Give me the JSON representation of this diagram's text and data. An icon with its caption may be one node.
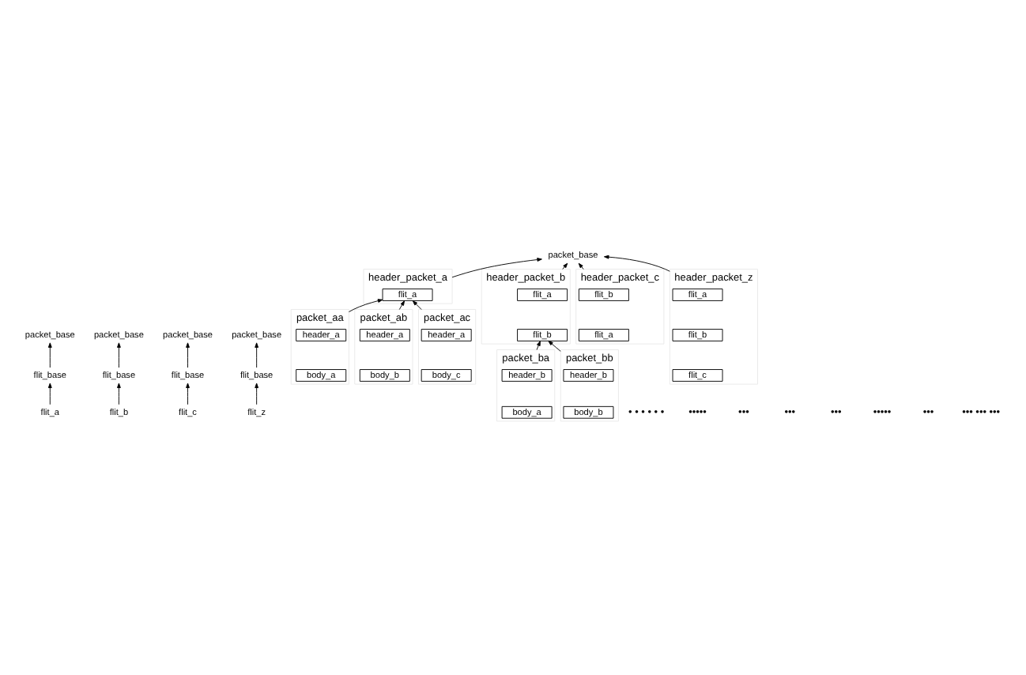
{
  "diagram": {
    "nodes": [
      {
        "text": [
          "packet_base"
        ]
      },
      {
        "text": [
          "flit_base"
        ]
      },
      {
        "text": [
          "flit_a"
        ]
      },
      {
        "text": [
          "packet_base"
        ]
      },
      {
        "text": [
          "flit_base"
        ]
      },
      {
        "text": [
          "flit_b"
        ]
      },
      {
        "text": [
          "packet_base"
        ]
      },
      {
        "text": [
          "flit_base"
        ]
      },
      {
        "text": [
          "flit_c"
        ]
      },
      {
        "text": [
          "packet_base"
        ]
      },
      {
        "text": [
          "flit_base"
        ]
      },
      {
        "text": [
          "flit_z"
        ]
      },
      {
        "text": [
          "packet_base"
        ]
      },
      {
        "text": [
          "header_packet_a"
        ]
      },
      {
        "text": [
          "flit_a"
        ],
        "in": 13
      },
      {
        "text": [
          "header_packet_b"
        ]
      },
      {
        "text": [
          "flit_a"
        ],
        "in": 15
      },
      {
        "text": [
          "flit_b"
        ],
        "in": 15
      },
      {
        "text": [
          "header_packet_c"
        ]
      },
      {
        "text": [
          "flit_b"
        ],
        "in": 18
      },
      {
        "text": [
          "flit_a"
        ],
        "in": 18
      },
      {
        "text": [
          "header_packet_z"
        ]
      },
      {
        "text": [
          "flit_a"
        ],
        "in": 21
      },
      {
        "text": [
          "flit_b"
        ],
        "in": 21
      },
      {
        "text": [
          "flit_c"
        ],
        "in": 21
      },
      {
        "text": [
          "packet_aa"
        ]
      },
      {
        "text": [
          "header_a"
        ],
        "in": 25
      },
      {
        "text": [
          "body_a"
        ],
        "in": 25
      },
      {
        "text": [
          "packet_ab"
        ]
      },
      {
        "text": [
          "header_a"
        ],
        "in": 28
      },
      {
        "text": [
          "body_b"
        ],
        "in": 28
      },
      {
        "text": [
          "packet_ac"
        ]
      },
      {
        "text": [
          "header_a"
        ],
        "in": 31
      },
      {
        "text": [
          "body_c"
        ],
        "in": 31
      },
      {
        "text": [
          "packet_ba"
        ]
      },
      {
        "text": [
          "header_b"
        ],
        "in": 34
      },
      {
        "text": [
          "body_a"
        ],
        "in": 34
      },
      {
        "text": [
          "packet_bb"
        ]
      },
      {
        "text": [
          "header_b"
        ],
        "in": 37
      },
      {
        "text": [
          "body_b"
        ],
        "in": 37
      }
    ],
    "edges": [
      {
        "from": 2,
        "to": 1,
        "arrow": "to"
      },
      {
        "from": 1,
        "to": 0,
        "arrow": "to"
      },
      {
        "from": 5,
        "to": 4,
        "arrow": "to"
      },
      {
        "from": 4,
        "to": 3,
        "arrow": "to"
      },
      {
        "from": 8,
        "to": 7,
        "arrow": "to"
      },
      {
        "from": 7,
        "to": 6,
        "arrow": "to"
      },
      {
        "from": 11,
        "to": 10,
        "arrow": "to"
      },
      {
        "from": 10,
        "to": 9,
        "arrow": "to"
      },
      {
        "from": 13,
        "to": 12,
        "arrow": "to"
      },
      {
        "from": 15,
        "to": 12,
        "arrow": "to"
      },
      {
        "from": 18,
        "to": 12,
        "arrow": "to"
      },
      {
        "from": 21,
        "to": 12,
        "arrow": "to"
      },
      {
        "from": 25,
        "to": 14,
        "arrow": "to"
      },
      {
        "from": 28,
        "to": 14,
        "arrow": "to"
      },
      {
        "from": 31,
        "to": 14,
        "arrow": "to"
      },
      {
        "from": 34,
        "to": 17,
        "arrow": "to"
      },
      {
        "from": 37,
        "to": 17,
        "arrow": "to"
      }
    ],
    "labels": [
      "• • • • • •",
      "•••••",
      "•••",
      "•••",
      "•••",
      "•••••",
      "•••",
      "••• ••• •••"
    ]
  }
}
